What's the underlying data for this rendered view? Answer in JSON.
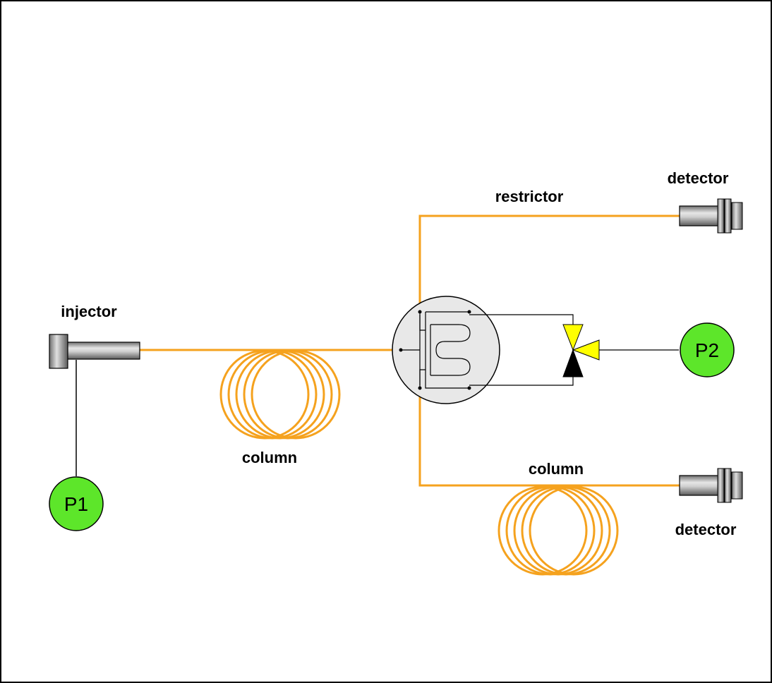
{
  "labels": {
    "injector": "injector",
    "column_1": "column",
    "column_2": "column",
    "restrictor": "restrictor",
    "detector_top": "detector",
    "detector_bottom": "detector"
  },
  "pressure_controllers": {
    "p1": "P1",
    "p2": "P2"
  },
  "colors": {
    "capillary": "#f5a21e",
    "pressure_controller": "#5de62a",
    "valve_top": "#ffff00",
    "valve_bottom": "#000000",
    "splitter_body": "#e8e8e8",
    "fitting_metal": "#9a9a9a"
  },
  "icons": [
    "injector-icon",
    "detector-icon",
    "pressure-controller-icon",
    "three-way-valve-icon",
    "splitter-icon",
    "column-coil-icon"
  ]
}
